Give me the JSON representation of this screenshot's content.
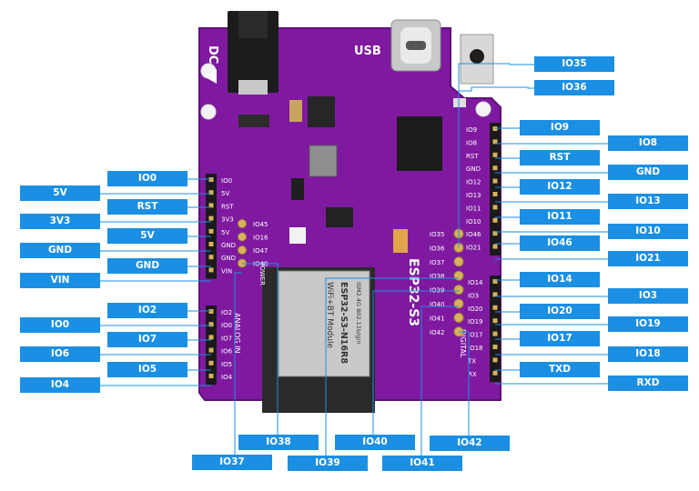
{
  "board": {
    "silk_dc": "DC",
    "silk_usb": "USB",
    "silk_esp": "ESP32-S3",
    "module_lines": [
      "ESP32-S3-N16R8",
      "WiFi+BT Module",
      "ISM2.4G 802.11b/g/n"
    ],
    "silk_analog": "ANALOG IN",
    "silk_digital": "DIGITAL",
    "silk_power": "POWER",
    "silk_left_pins": [
      "IO0",
      "5V",
      "RST",
      "3V3",
      "5V",
      "GND",
      "GND",
      "VIN"
    ],
    "silk_mid_pins": [
      "IO45",
      "IO16",
      "IO47",
      "IO48"
    ],
    "silk_inner_pins": [
      "IO35",
      "IO36",
      "IO37",
      "IO38",
      "IO39",
      "IO40",
      "IO41",
      "IO42"
    ],
    "silk_right_pins": [
      "IO9",
      "IO8",
      "RST",
      "GND",
      "IO12",
      "IO13",
      "IO11",
      "IO10",
      "IO46",
      "IO21"
    ],
    "silk_digital_pins": [
      "IO14",
      "IO3",
      "IO20",
      "IO19",
      "IO17",
      "IO18",
      "TX",
      "RX"
    ],
    "silk_analog_pins": [
      "IO2",
      "IO0",
      "IO7",
      "IO6",
      "IO5",
      "IO4"
    ]
  },
  "labels": {
    "left": [
      "IO0",
      "5V",
      "RST",
      "3V3",
      "5V",
      "GND",
      "GND",
      "VIN",
      "IO2",
      "IO0",
      "IO7",
      "IO6",
      "IO5",
      "IO4"
    ],
    "right": [
      "IO35",
      "IO36",
      "IO9",
      "IO8",
      "RST",
      "GND",
      "IO12",
      "IO13",
      "IO11",
      "IO10",
      "IO46",
      "IO21",
      "IO14",
      "IO3",
      "IO20",
      "IO19",
      "IO17",
      "IO18",
      "TXD",
      "RXD"
    ],
    "bottom": [
      "IO38",
      "IO40",
      "IO42",
      "IO37",
      "IO39",
      "IO41"
    ]
  },
  "colors": {
    "board": "#7f1aa0",
    "label": "#1a8fe3",
    "header": "#1a1a1a",
    "pad": "#d7b25a"
  }
}
